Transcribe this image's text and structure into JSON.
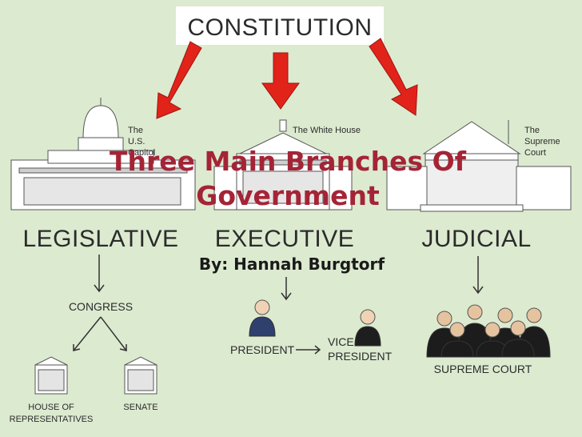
{
  "slide": {
    "title_line1": "Three Main Branches Of",
    "title_line2": "Government",
    "byline": "By: Hannah Burgtorf"
  },
  "diagram": {
    "top": "CONSTITUTION",
    "capitol_caption": [
      "The",
      "U.S.",
      "Capitol"
    ],
    "white_house_caption": "The White House",
    "court_caption": [
      "The",
      "Supreme",
      "Court"
    ],
    "branches": [
      "LEGISLATIVE",
      "EXECUTIVE",
      "JUDICIAL"
    ],
    "congress": "CONGRESS",
    "house": [
      "HOUSE OF",
      "REPRESENTATIVES"
    ],
    "senate": "SENATE",
    "president": "PRESIDENT",
    "vice_president": [
      "VICE",
      "PRESIDENT"
    ],
    "supreme_court": "SUPREME COURT"
  },
  "colors": {
    "title": "#a42436",
    "arrow_red": "#e2231a",
    "background": "#dcead0"
  }
}
